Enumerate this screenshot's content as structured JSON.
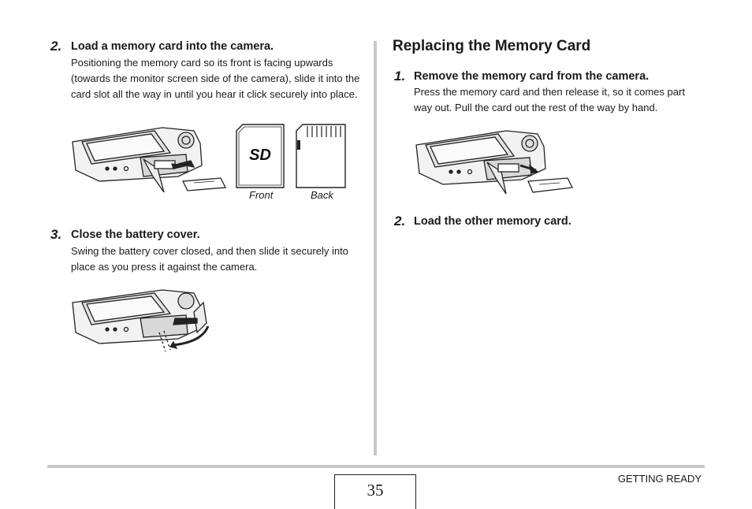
{
  "left": {
    "step2": {
      "number": "2.",
      "title": "Load a memory card into the camera.",
      "body": "Positioning the memory card so its front is facing upwards (towards the monitor screen side of the camera), slide it into the card slot all the way in until you hear it click securely into place."
    },
    "card_labels": {
      "front": "Front",
      "back": "Back",
      "logo": "SD"
    },
    "step3": {
      "number": "3.",
      "title": "Close the battery cover.",
      "body": "Swing the battery cover closed, and then slide it securely into place as you press it against the camera."
    }
  },
  "right": {
    "section_title": "Replacing the Memory Card",
    "step1": {
      "number": "1.",
      "title": "Remove the memory card from the camera.",
      "body": "Press the memory card and then release it, so it comes part way out. Pull the card out the rest of the way by hand."
    },
    "step2": {
      "number": "2.",
      "title": "Load the other memory card."
    }
  },
  "footer": {
    "page_number": "35",
    "section_label": "GETTING READY"
  }
}
